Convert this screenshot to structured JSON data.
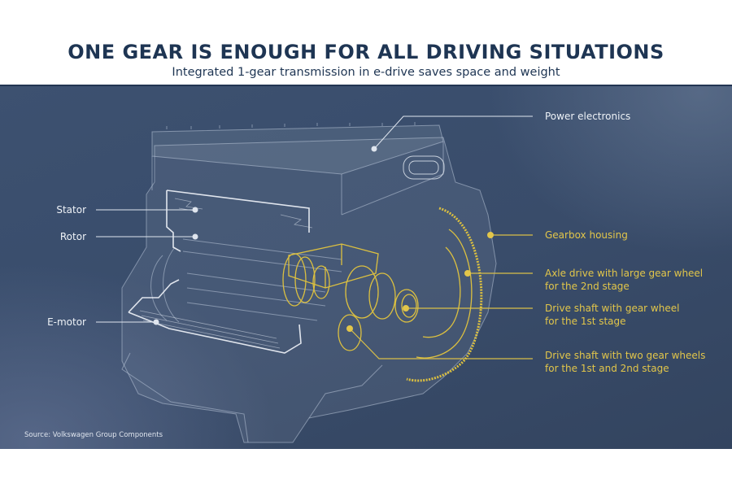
{
  "header": {
    "title": "ONE GEAR IS ENOUGH FOR ALL DRIVING SITUATIONS",
    "subtitle": "Integrated 1-gear transmission in e-drive saves space and weight"
  },
  "colors": {
    "title": "#1e3553",
    "panel_background": "#3a4e6d",
    "white_callout": "#eef2f7",
    "yellow_callout": "#e2c64a"
  },
  "callouts": {
    "left": [
      {
        "id": "stator",
        "label": "Stator",
        "color": "white"
      },
      {
        "id": "rotor",
        "label": "Rotor",
        "color": "white"
      },
      {
        "id": "e-motor",
        "label": "E-motor",
        "color": "white"
      }
    ],
    "right": [
      {
        "id": "power-electronics",
        "label": "Power electronics",
        "color": "white"
      },
      {
        "id": "gearbox-housing",
        "label": "Gearbox housing",
        "color": "yellow"
      },
      {
        "id": "axle-drive",
        "line1": "Axle drive with large gear wheel",
        "line2": "for the 2nd stage",
        "color": "yellow"
      },
      {
        "id": "drive-shaft-1",
        "line1": "Drive shaft with gear wheel",
        "line2": "for the 1st stage",
        "color": "yellow"
      },
      {
        "id": "drive-shaft-2",
        "line1": "Drive shaft with two gear wheels",
        "line2": "for the 1st and 2nd stage",
        "color": "yellow"
      }
    ]
  },
  "footer": {
    "source": "Source: Volkswagen Group Components"
  }
}
